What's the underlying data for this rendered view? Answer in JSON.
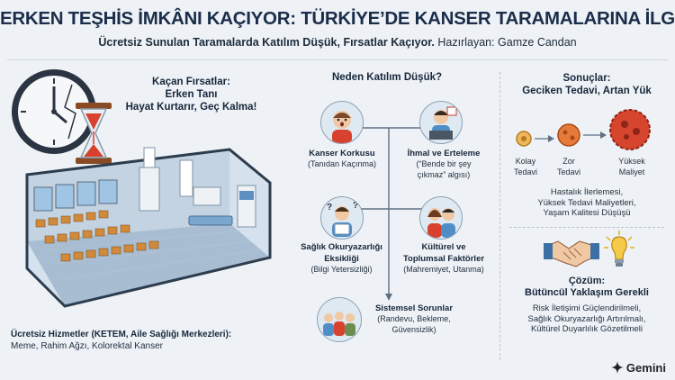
{
  "header": {
    "title": "ERKEN TEŞHİS İMKÂNI KAÇIYOR: TÜRKİYE’DE KANSER TARAMALARINA İLGİ AZ",
    "subtitle_bold": "Ücretsiz Sunulan Taramalarda Katılım Düşük, Fırsatlar Kaçıyor.",
    "subtitle_rest": " Hazırlayan: Gamze Candan"
  },
  "left": {
    "heading_lines": [
      "Kaçan Fırsatlar:",
      "Erken Tanı",
      "Hayat Kurtarır, Geç Kalma!"
    ],
    "services_title": "Ücretsiz Hizmetler (KETEM, Aile Sağlığı Merkezleri):",
    "services_list": "Meme, Rahim Ağzı, Kolorektal Kanser"
  },
  "middle": {
    "heading": "Neden Katılım Düşük?",
    "items": [
      {
        "title": "Kanser Korkusu",
        "sub": "(Tanıdan Kaçınma)"
      },
      {
        "title": "İhmal ve Erteleme",
        "sub": "(“Bende bir şey",
        "sub2": "çıkmaz” algısı)"
      },
      {
        "title": "Sağlık Okuryazarlığı",
        "title2": "Eksikliği",
        "sub": "(Bilgi Yetersizliği)"
      },
      {
        "title": "Kültürel ve",
        "title2": "Toplumsal Faktörler",
        "sub": "(Mahremiyet, Utanma)"
      },
      {
        "title": "Sistemsel Sorunlar",
        "sub": "(Randevu, Bekleme,",
        "sub2": "Güvensizlik)"
      }
    ]
  },
  "right": {
    "heading_lines": [
      "Sonuçlar:",
      "Geciken Tedavi, Artan Yük"
    ],
    "stages": [
      {
        "l1": "Kolay",
        "l2": "Tedavi"
      },
      {
        "l1": "Zor",
        "l2": "Tedavi"
      },
      {
        "l1": "Yüksek",
        "l2": "Maliyet"
      }
    ],
    "results": [
      "Hastalık İlerlemesi,",
      "Yüksek Tedavi Maliyetleri,",
      "Yaşam Kalitesi Düşüşü"
    ],
    "solution_lines": [
      "Çözüm:",
      "Bütüncül Yaklaşım Gerekli"
    ],
    "solution_items": [
      "Risk İletişimi Güçlendirilmeli,",
      "Sağlık Okuryazarlığı Artırılmalı,",
      "Kültürel Duyarlılık Gözetilmeli"
    ]
  },
  "brand": {
    "name": "Gemini"
  },
  "colors": {
    "title": "#1b2d4a",
    "accent_red": "#c0392b",
    "chair": "#d08a3c",
    "background": "#eef2f6"
  }
}
